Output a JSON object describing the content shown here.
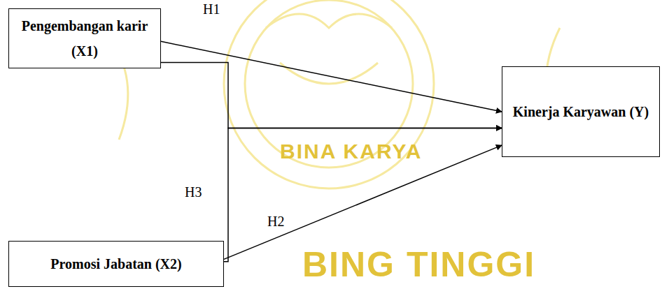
{
  "diagram": {
    "nodes": [
      {
        "text": [
          "Pengembangan karir (X1)"
        ]
      },
      {
        "text": [
          "Kinerja Karyawan (Y)"
        ]
      },
      {
        "text": [
          "Promosi Jabatan (X2)"
        ]
      }
    ],
    "edges": [
      {
        "from": 0,
        "to": 1,
        "arrow": "to",
        "label": "H1"
      },
      {
        "from": 2,
        "to": 1,
        "arrow": "to",
        "label": "H2"
      },
      {
        "from": 0,
        "to": 1,
        "arrow": "to",
        "label": "H3"
      },
      {
        "from": 2,
        "to": 1,
        "arrow": "to"
      }
    ],
    "labels": [
      "BINA KARYA",
      "BING TINGGI"
    ]
  }
}
